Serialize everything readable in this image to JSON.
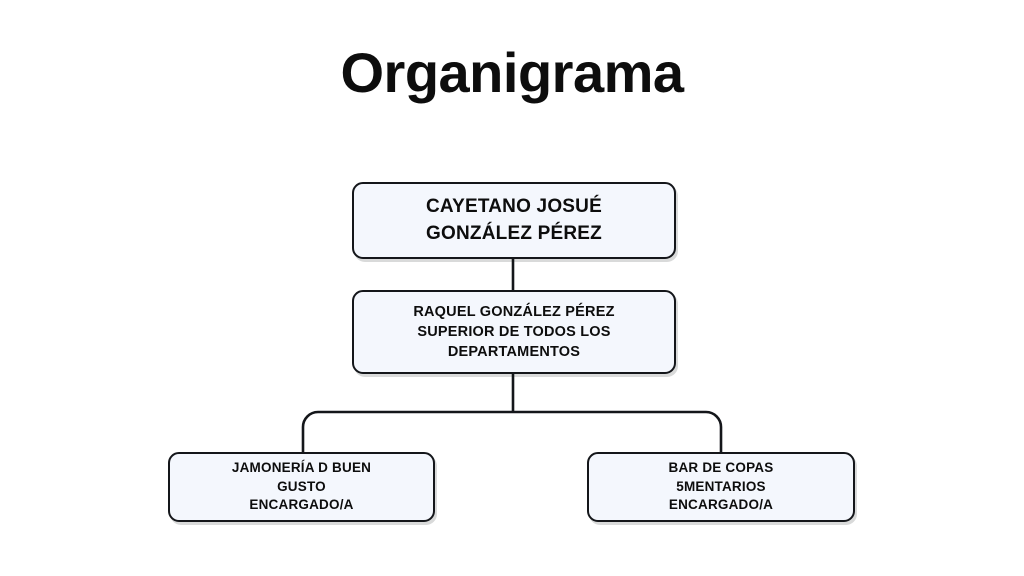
{
  "slide": {
    "title": "Organigrama",
    "background_color": "#ffffff",
    "text_color": "#0d0d0d"
  },
  "style": {
    "node_fill": "#f4f7fd",
    "node_border": "#14161a",
    "connector_color": "#14161a"
  },
  "chart_data": {
    "type": "diagram",
    "diagram_kind": "organizational-chart",
    "title": "Organigrama",
    "orientation": "top-down",
    "levels": 3,
    "nodes": [
      {
        "id": "root",
        "level": 0,
        "label": "CAYETANO JOSUÉ\nGONZÁLEZ PÉREZ",
        "lines": [
          "CAYETANO JOSUÉ",
          "GONZÁLEZ PÉREZ"
        ],
        "parent": null
      },
      {
        "id": "superior",
        "level": 1,
        "label": "RAQUEL GONZÁLEZ PÉREZ\nSUPERIOR DE TODOS LOS\nDEPARTAMENTOS",
        "lines": [
          "RAQUEL GONZÁLEZ PÉREZ",
          "SUPERIOR DE TODOS LOS",
          "DEPARTAMENTOS"
        ],
        "parent": "root"
      },
      {
        "id": "dept-left",
        "level": 2,
        "label": "JAMONERÍA D BUEN\nGUSTO\nENCARGADO/A",
        "lines": [
          "JAMONERÍA D BUEN",
          "GUSTO",
          "ENCARGADO/A"
        ],
        "parent": "superior"
      },
      {
        "id": "dept-right",
        "level": 2,
        "label": "BAR DE COPAS\n5MENTARIOS\nENCARGADO/A",
        "lines": [
          "BAR DE COPAS",
          "5MENTARIOS",
          "ENCARGADO/A"
        ],
        "parent": "superior"
      }
    ],
    "edges": [
      {
        "from": "root",
        "to": "superior"
      },
      {
        "from": "superior",
        "to": "dept-left"
      },
      {
        "from": "superior",
        "to": "dept-right"
      }
    ]
  }
}
